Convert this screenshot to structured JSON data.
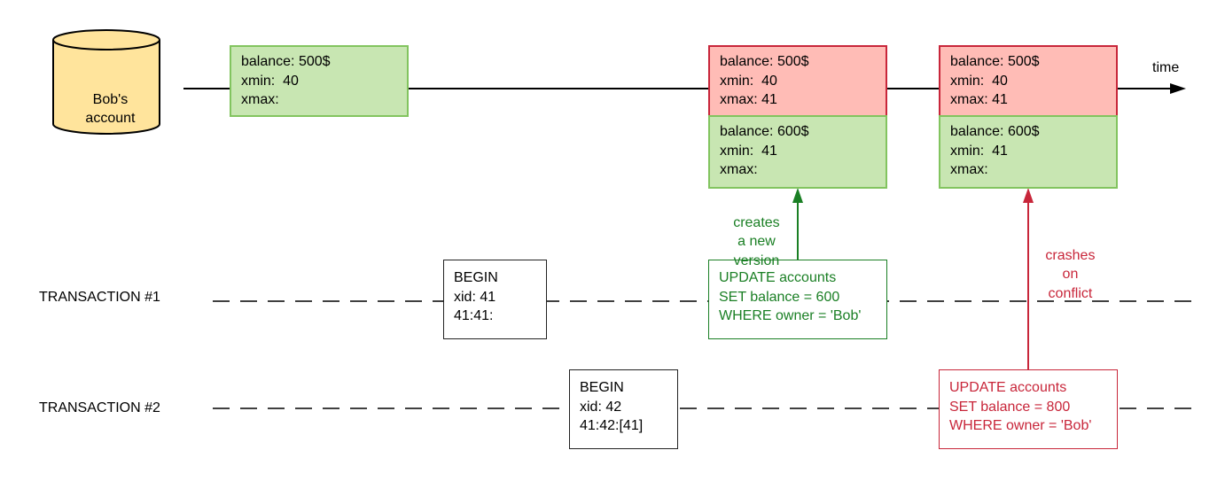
{
  "account": {
    "label_lines": [
      "Bob's",
      "account"
    ]
  },
  "timeline": {
    "label": "time"
  },
  "transactions": [
    {
      "label": "TRANSACTION #1"
    },
    {
      "label": "TRANSACTION #2"
    }
  ],
  "versions": {
    "initial": {
      "lines": [
        "balance: 500$",
        "xmin:  40",
        "xmax:"
      ]
    },
    "after_update_1": {
      "old": {
        "lines": [
          "balance: 500$",
          "xmin:  40",
          "xmax: 41"
        ]
      },
      "new": {
        "lines": [
          "balance: 600$",
          "xmin:  41",
          "xmax:"
        ]
      }
    },
    "after_update_2": {
      "old": {
        "lines": [
          "balance: 500$",
          "xmin:  40",
          "xmax: 41"
        ]
      },
      "new": {
        "lines": [
          "balance: 600$",
          "xmin:  41",
          "xmax:"
        ]
      }
    }
  },
  "statements": {
    "t1_begin": {
      "lines": [
        "BEGIN",
        "xid: 41",
        "41:41:"
      ]
    },
    "t1_update": {
      "lines": [
        "UPDATE accounts",
        "SET balance = 600",
        "WHERE owner = 'Bob'"
      ]
    },
    "t2_begin": {
      "lines": [
        "BEGIN",
        "xid: 42",
        "41:42:[41]"
      ]
    },
    "t2_update": {
      "lines": [
        "UPDATE accounts",
        "SET balance = 800",
        "WHERE owner = 'Bob'"
      ]
    }
  },
  "annotations": {
    "creates": {
      "lines": [
        "creates",
        "a new",
        "version"
      ]
    },
    "crashes": {
      "lines": [
        "crashes",
        "on",
        "conflict"
      ]
    }
  },
  "colors": {
    "version_green": "#c8e6b2",
    "version_green_border": "#82c45f",
    "version_red": "#ffbcb6",
    "conflict_red": "#c8263a",
    "success_green": "#1a7f24",
    "db_yellow": "#ffe49c"
  }
}
